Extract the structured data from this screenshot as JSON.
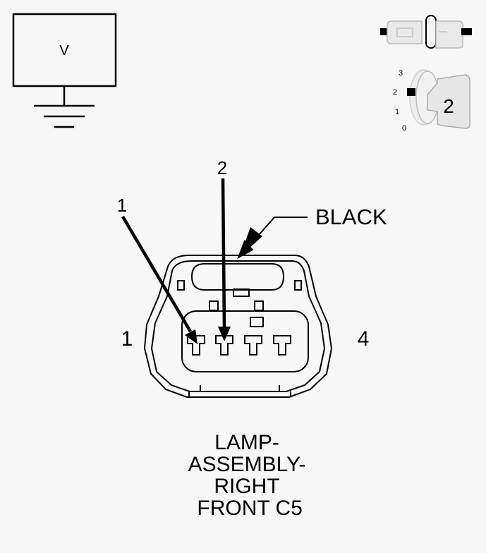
{
  "meter": {
    "symbol": "V"
  },
  "ignition_switch": {
    "positions": [
      "3",
      "2",
      "1",
      "0"
    ],
    "selected_position": "2"
  },
  "connector": {
    "color_label": "BLACK",
    "pin_callouts": [
      "1",
      "2"
    ],
    "side_label_left": "1",
    "side_label_right": "4",
    "pin_count": 4
  },
  "caption": {
    "lines": [
      "LAMP-",
      "ASSEMBLY-",
      "RIGHT",
      " FRONT C5"
    ]
  }
}
